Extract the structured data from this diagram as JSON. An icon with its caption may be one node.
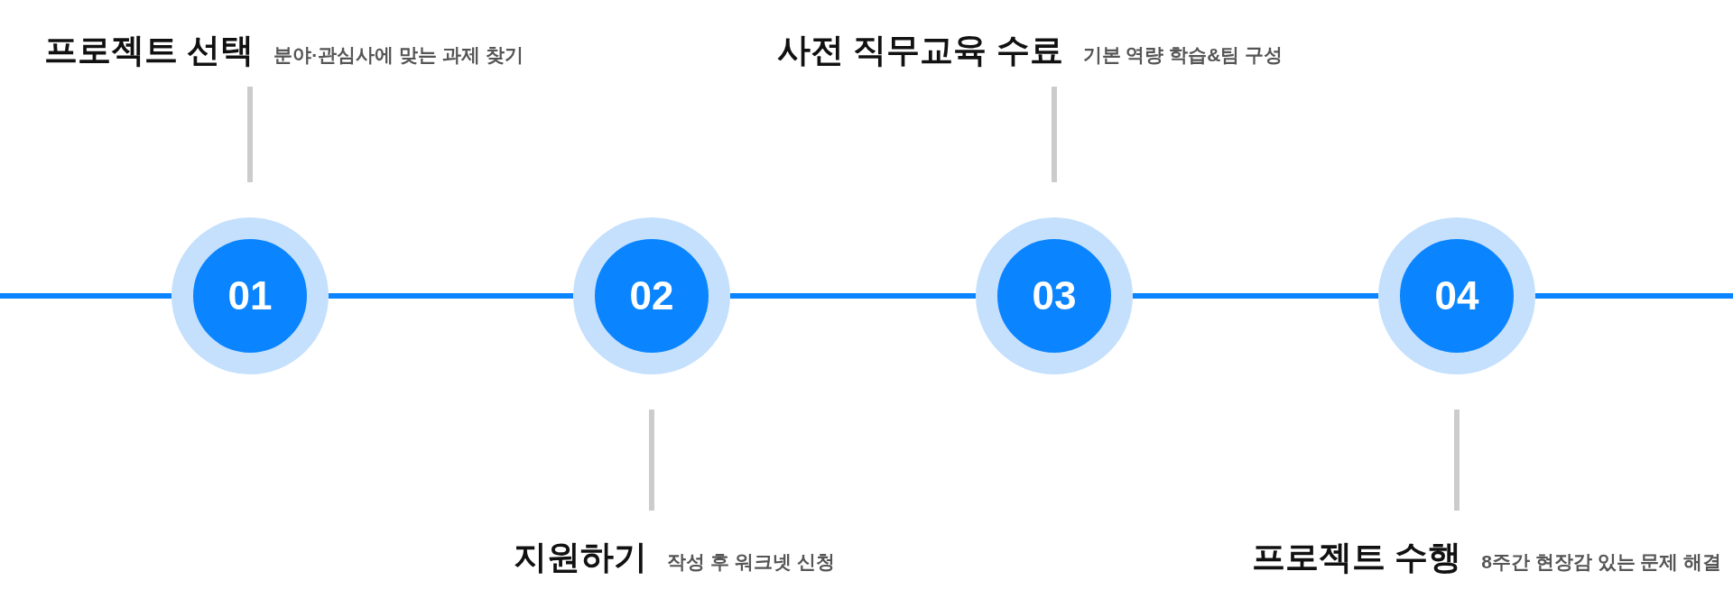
{
  "diagram": {
    "nodes": [
      {
        "text": [
          "01"
        ]
      },
      {
        "text": [
          "02"
        ]
      },
      {
        "text": [
          "03"
        ]
      },
      {
        "text": [
          "04"
        ]
      },
      {
        "text": [
          "프로젝트 선택",
          "분야·관심사에 맞는 과제 찾기"
        ]
      },
      {
        "text": [
          "지원하기",
          "작성 후 워크넷 신청"
        ]
      },
      {
        "text": [
          "사전 직무교육 수료",
          "기본 역량 학습&팀 구성"
        ]
      },
      {
        "text": [
          "프로젝트 수행",
          "8주간 현장감 있는 문제 해결"
        ]
      }
    ],
    "edges": [
      {
        "from": 0,
        "to": 1,
        "arrow": "none",
        "color": "#0a84ff"
      },
      {
        "from": 1,
        "to": 2,
        "arrow": "none",
        "color": "#0a84ff"
      },
      {
        "from": 2,
        "to": 3,
        "arrow": "none",
        "color": "#0a84ff"
      },
      {
        "from": 4,
        "to": 0,
        "arrow": "none",
        "color": "#cccccc"
      },
      {
        "from": 5,
        "to": 1,
        "arrow": "none",
        "color": "#cccccc"
      },
      {
        "from": 6,
        "to": 2,
        "arrow": "none",
        "color": "#cccccc"
      },
      {
        "from": 7,
        "to": 3,
        "arrow": "none",
        "color": "#cccccc"
      }
    ]
  }
}
